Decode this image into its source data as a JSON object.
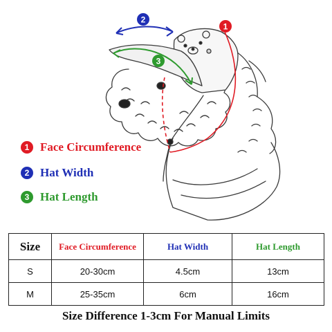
{
  "legend": [
    {
      "number": "1",
      "label": "Face Circumference"
    },
    {
      "number": "2",
      "label": "Hat Width"
    },
    {
      "number": "3",
      "label": "Hat Length"
    }
  ],
  "colors": {
    "face_circumference": "#e01b24",
    "hat_width": "#1f2fb5",
    "hat_length": "#2e9a2e"
  },
  "table": {
    "headers": [
      "Size",
      "Face Circumference",
      "Hat Width",
      "Hat Length"
    ],
    "rows": [
      [
        "S",
        "20-30cm",
        "4.5cm",
        "13cm"
      ],
      [
        "M",
        "25-35cm",
        "6cm",
        "16cm"
      ]
    ]
  },
  "footer": "Size Difference 1-3cm For Manual Limits"
}
